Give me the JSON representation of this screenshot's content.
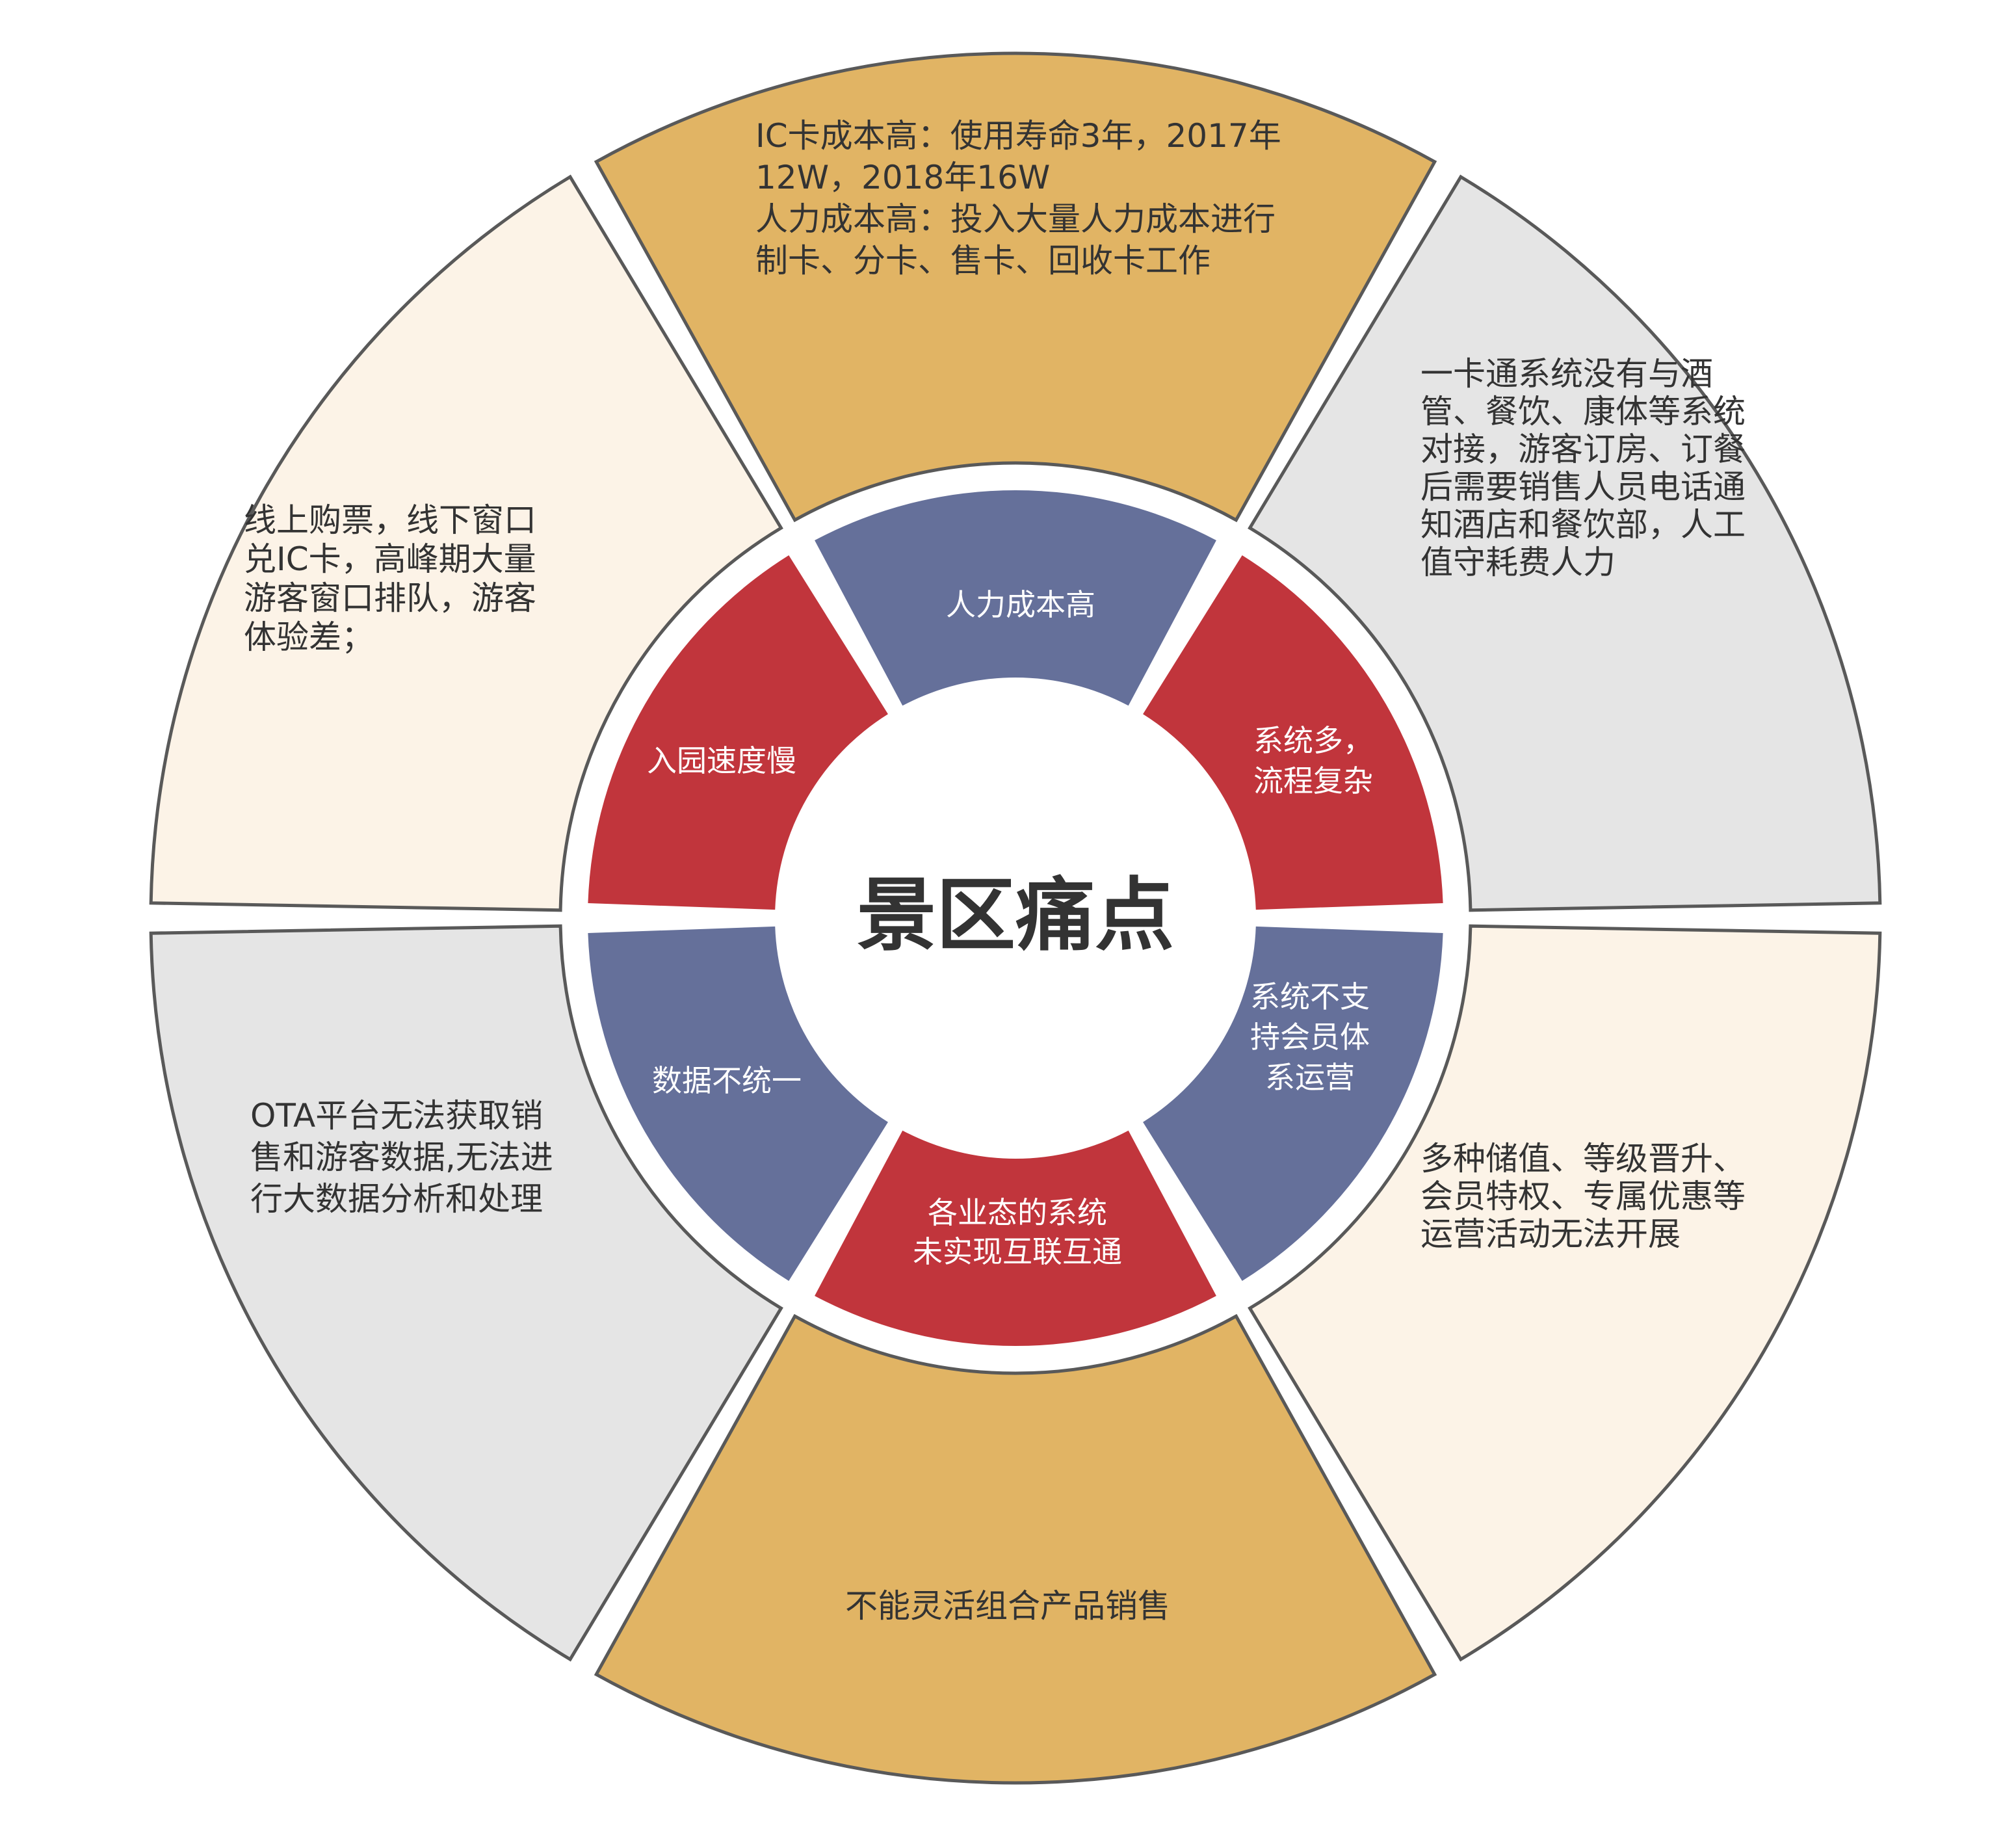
{
  "center_title": "景区痛点",
  "colors": {
    "outer_gold": "#e1b464",
    "outer_cream": "#fcf3e7",
    "outer_gray": "#e5e5e5",
    "outer_stroke": "#595959",
    "inner_red": "#c1353c",
    "inner_blue": "#65709a",
    "center_fill": "#ffffff"
  },
  "inner_ring": [
    {
      "id": "top",
      "lines": [
        "人力成本高"
      ],
      "color": "inner_blue"
    },
    {
      "id": "upper-right",
      "lines": [
        "系统多，",
        "流程复杂"
      ],
      "color": "inner_red"
    },
    {
      "id": "lower-right",
      "lines": [
        "系统不支",
        "持会员体",
        "系运营"
      ],
      "color": "inner_blue"
    },
    {
      "id": "bottom",
      "lines": [
        "各业态的系统",
        "未实现互联互通"
      ],
      "color": "inner_red"
    },
    {
      "id": "lower-left",
      "lines": [
        "数据不统一"
      ],
      "color": "inner_blue"
    },
    {
      "id": "upper-left",
      "lines": [
        "入园速度慢"
      ],
      "color": "inner_red"
    }
  ],
  "outer_ring": [
    {
      "id": "top",
      "lines": [
        " IC卡成本高：使用寿命3年，2017年",
        "12W，2018年16W",
        "人力成本高：投入大量人力成本进行",
        "制卡、分卡、售卡、回收卡工作"
      ],
      "color": "outer_gold"
    },
    {
      "id": "upper-right",
      "lines": [
        "一卡通系统没有与酒",
        "管、餐饮、康体等系统",
        "对接，游客订房、订餐",
        "后需要销售人员电话通",
        "知酒店和餐饮部，人工",
        "值守耗费人力"
      ],
      "color": "outer_gray"
    },
    {
      "id": "lower-right",
      "lines": [
        "多种储值、等级晋升、",
        "会员特权、专属优惠等",
        "运营活动无法开展"
      ],
      "color": "outer_cream"
    },
    {
      "id": "bottom",
      "lines": [
        "不能灵活组合产品销售"
      ],
      "color": "outer_gold"
    },
    {
      "id": "lower-left",
      "lines": [
        "OTA平台无法获取销",
        "售和游客数据,无法进",
        "行大数据分析和处理"
      ],
      "color": "outer_gray"
    },
    {
      "id": "upper-left",
      "lines": [
        "线上购票，线下窗口",
        "兑IC卡，高峰期大量",
        "游客窗口排队，游客",
        "体验差；"
      ],
      "color": "outer_cream"
    }
  ]
}
